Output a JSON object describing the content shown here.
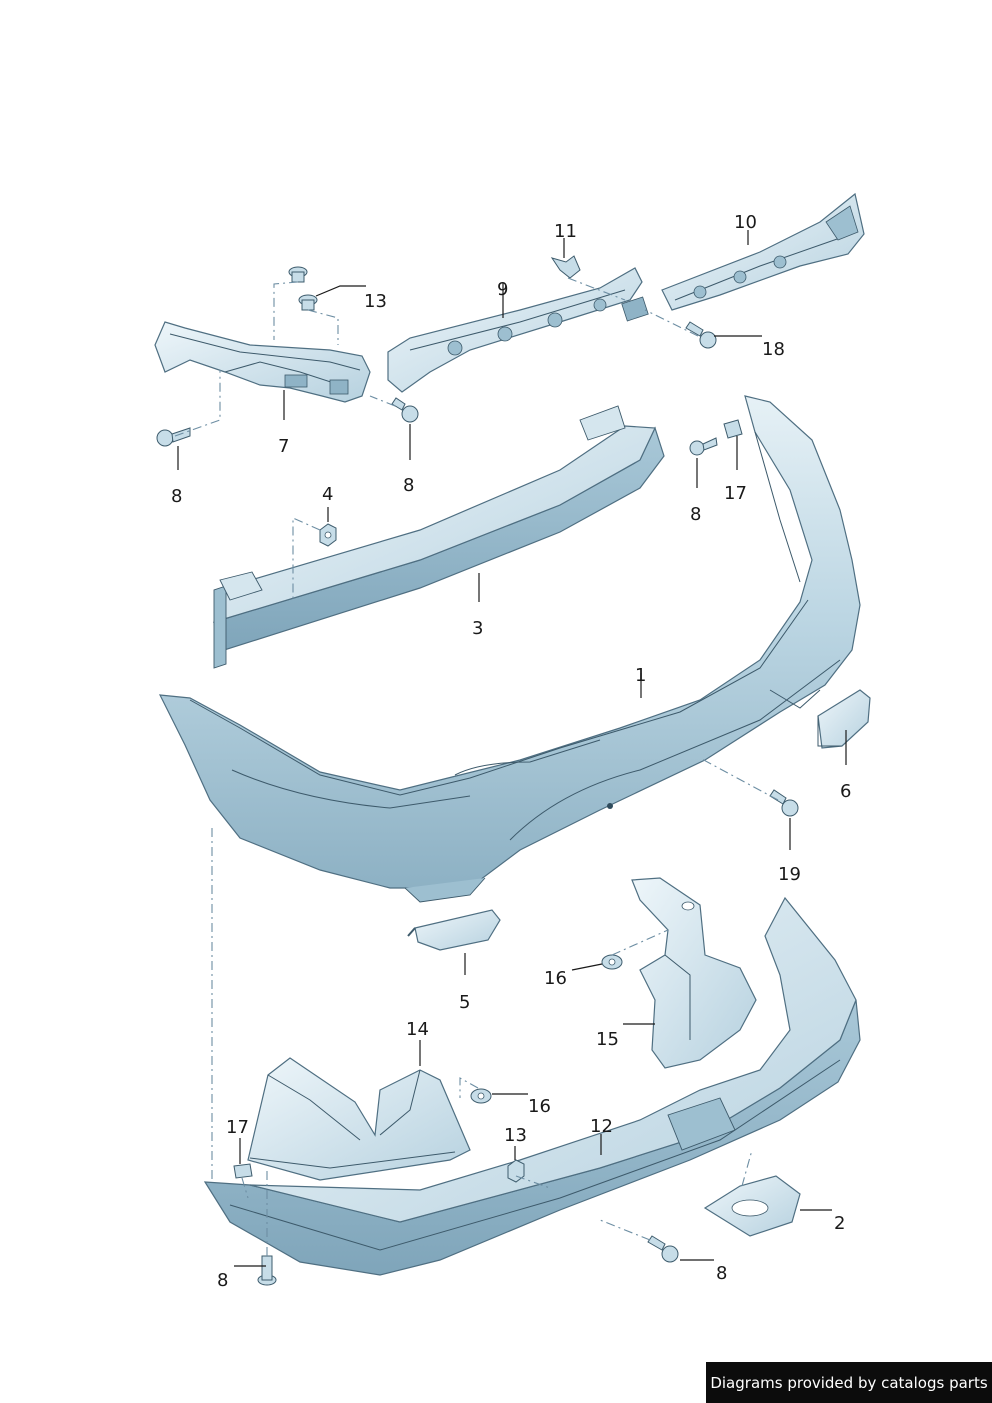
{
  "footer": {
    "text": "Diagrams provided by catalogs parts"
  },
  "callouts": [
    {
      "id": "c1",
      "label": "1"
    },
    {
      "id": "c2",
      "label": "2"
    },
    {
      "id": "c3",
      "label": "3"
    },
    {
      "id": "c4",
      "label": "4"
    },
    {
      "id": "c5",
      "label": "5"
    },
    {
      "id": "c6",
      "label": "6"
    },
    {
      "id": "c7",
      "label": "7"
    },
    {
      "id": "c8a",
      "label": "8"
    },
    {
      "id": "c8b",
      "label": "8"
    },
    {
      "id": "c8c",
      "label": "8"
    },
    {
      "id": "c8d",
      "label": "8"
    },
    {
      "id": "c8e",
      "label": "8"
    },
    {
      "id": "c9",
      "label": "9"
    },
    {
      "id": "c10",
      "label": "10"
    },
    {
      "id": "c11",
      "label": "11"
    },
    {
      "id": "c12",
      "label": "12"
    },
    {
      "id": "c13a",
      "label": "13"
    },
    {
      "id": "c13b",
      "label": "13"
    },
    {
      "id": "c14",
      "label": "14"
    },
    {
      "id": "c15",
      "label": "15"
    },
    {
      "id": "c16a",
      "label": "16"
    },
    {
      "id": "c16b",
      "label": "16"
    },
    {
      "id": "c17a",
      "label": "17"
    },
    {
      "id": "c17b",
      "label": "17"
    },
    {
      "id": "c18",
      "label": "18"
    },
    {
      "id": "c19",
      "label": "19"
    }
  ],
  "colors": {
    "part_fill": "#bfd8e4",
    "part_dark": "#8fb3c6",
    "part_light": "#e4f0f6",
    "outline": "#3d5a6b",
    "footer_bg": "#0c0c0c"
  }
}
